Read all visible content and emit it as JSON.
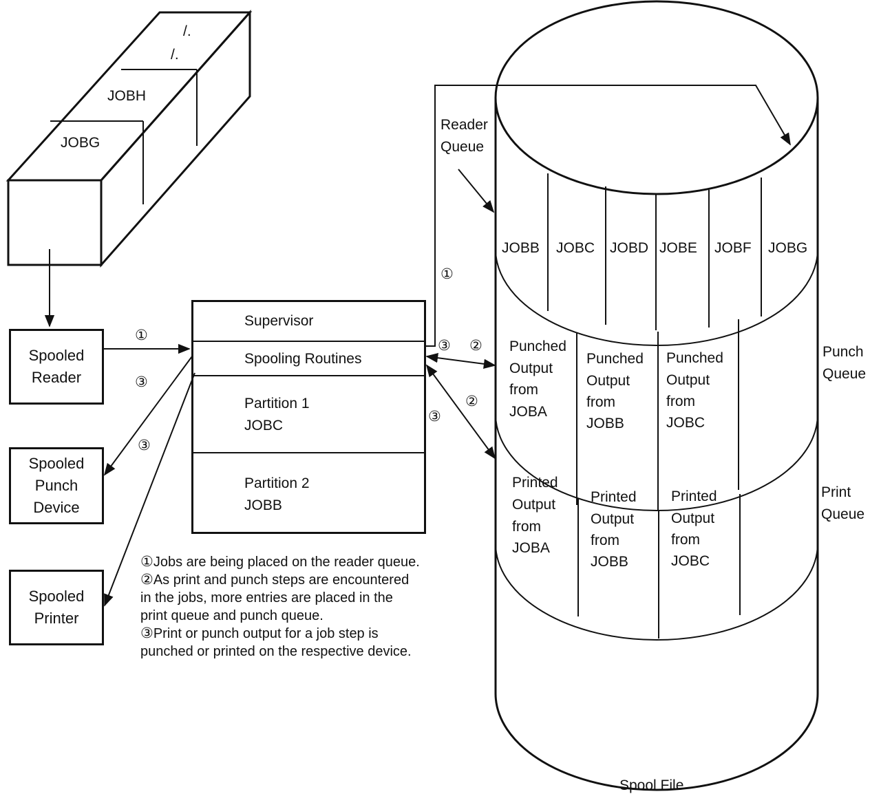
{
  "card_deck": {
    "cards": [
      "/.",
      "/.",
      "JOBH",
      "JOBG"
    ]
  },
  "devices": {
    "reader": [
      "Spooled",
      "Reader"
    ],
    "punch": [
      "Spooled",
      "Punch",
      "Device"
    ],
    "printer": [
      "Spooled",
      "Printer"
    ]
  },
  "storage": {
    "supervisor": "Supervisor",
    "spooling": "Spooling Routines",
    "partition1": [
      "Partition 1",
      "JOBC"
    ],
    "partition2": [
      "Partition 2",
      "JOBB"
    ]
  },
  "spool_file": {
    "label": "Spool File",
    "reader_queue_label": [
      "Reader",
      "Queue"
    ],
    "punch_queue_label": [
      "Punch",
      "Queue"
    ],
    "print_queue_label": [
      "Print",
      "Queue"
    ],
    "reader_queue": [
      "JOBB",
      "JOBC",
      "JOBD",
      "JOBE",
      "JOBF",
      "JOBG"
    ],
    "punch_queue": [
      [
        "Punched",
        "Output",
        "from",
        "JOBA"
      ],
      [
        "Punched",
        "Output",
        "from",
        "JOBB"
      ],
      [
        "Punched",
        "Output",
        "from",
        "JOBC"
      ]
    ],
    "print_queue": [
      [
        "Printed",
        "Output",
        "from",
        "JOBA"
      ],
      [
        "Printed",
        "Output",
        "from",
        "JOBB"
      ],
      [
        "Printed",
        "Output",
        "from",
        "JOBC"
      ]
    ]
  },
  "step_markers": {
    "one": "①",
    "two": "②",
    "three": "③"
  },
  "notes": [
    {
      "marker": "①",
      "lines": [
        "Jobs are being placed on the reader queue."
      ]
    },
    {
      "marker": "②",
      "lines": [
        "As print and punch steps are encountered",
        "in the jobs, more entries are placed in the",
        "print queue and punch queue."
      ]
    },
    {
      "marker": "③",
      "lines": [
        "Print or punch output for a job step is",
        "punched or printed on the respective device."
      ]
    }
  ]
}
